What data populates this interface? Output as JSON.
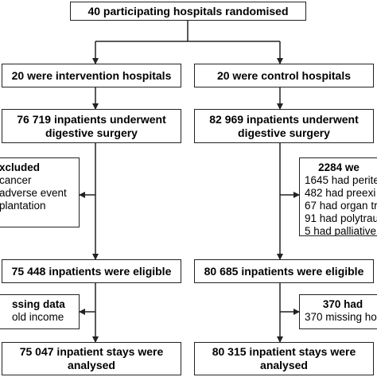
{
  "flow": {
    "randomised": "40 participating hospitals randomised",
    "intervention": "20 were intervention hospitals",
    "control": "20 were control hospitals",
    "int_surgery": [
      "76 719 inpatients underwent",
      "digestive surgery"
    ],
    "ctl_surgery": [
      "82 969 inpatients underwent",
      "digestive surgery"
    ],
    "int_excluded": {
      "header": "xcluded",
      "rows": [
        "cancer",
        " adverse event",
        "plantation"
      ]
    },
    "ctl_excluded": {
      "header": "2284 we",
      "rows": [
        "1645 had perite",
        "482 had preexi",
        "67 had organ tr",
        "91 had polytrau",
        "5 had palliative"
      ]
    },
    "int_eligible": "75 448 inpatients were eligible",
    "ctl_eligible": "80 685 inpatients were eligible",
    "int_missing": {
      "header": "ssing data",
      "rows": [
        "old income"
      ]
    },
    "ctl_missing": {
      "header": "370 had",
      "rows": [
        "370 missing ho"
      ]
    },
    "int_analysed": [
      "75 047 inpatient stays were",
      "analysed"
    ],
    "ctl_analysed": [
      "80 315 inpatient stays were",
      "analysed"
    ]
  }
}
